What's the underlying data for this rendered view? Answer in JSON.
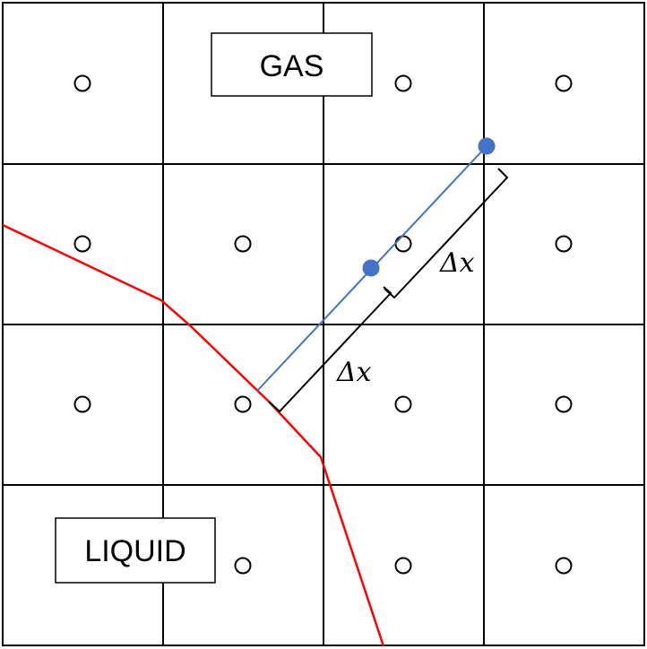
{
  "grid": {
    "rows": 4,
    "cols": 4
  },
  "labels": {
    "gas": "GAS",
    "liquid": "LIQUID",
    "dx_upper": "Δx",
    "dx_lower": "Δx"
  },
  "colors": {
    "grid": "#000000",
    "interface": "#ff0000",
    "probe_line": "#4472c4",
    "probe_points": "#4472c4",
    "dimension": "#000000"
  }
}
